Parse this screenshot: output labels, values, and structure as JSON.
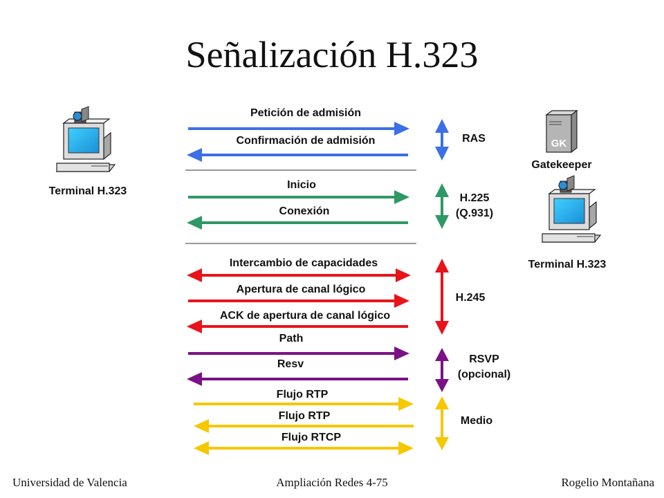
{
  "title": "Señalización H.323",
  "nodes": {
    "terminal_left": "Terminal H.323",
    "gatekeeper": "Gatekeeper",
    "gatekeeper_badge": "GK",
    "terminal_right": "Terminal H.323"
  },
  "messages": {
    "peticion": "Petición de admisión",
    "confirmacion": "Confirmación de admisión",
    "inicio": "Inicio",
    "conexion": "Conexión",
    "intercambio": "Intercambio de capacidades",
    "apertura": "Apertura de canal lógico",
    "ack_apertura": "ACK de apertura de canal lógico",
    "path": "Path",
    "resv": "Resv",
    "flujo_rtp_1": "Flujo RTP",
    "flujo_rtp_2": "Flujo RTP",
    "flujo_rtcp": "Flujo RTCP"
  },
  "groups": {
    "ras": "RAS",
    "h225_line1": "H.225",
    "h225_line2": "(Q.931)",
    "h245": "H.245",
    "rsvp_line1": "RSVP",
    "rsvp_line2": "(opcional)",
    "medio": "Medio"
  },
  "colors": {
    "ras": "#3d6fe6",
    "h225": "#2e9966",
    "h245": "#e8141c",
    "rsvp": "#7a1285",
    "medio": "#f5c800"
  },
  "footer": {
    "left": "Universidad de Valencia",
    "center": "Ampliación Redes 4-75",
    "right": "Rogelio Montañana"
  }
}
